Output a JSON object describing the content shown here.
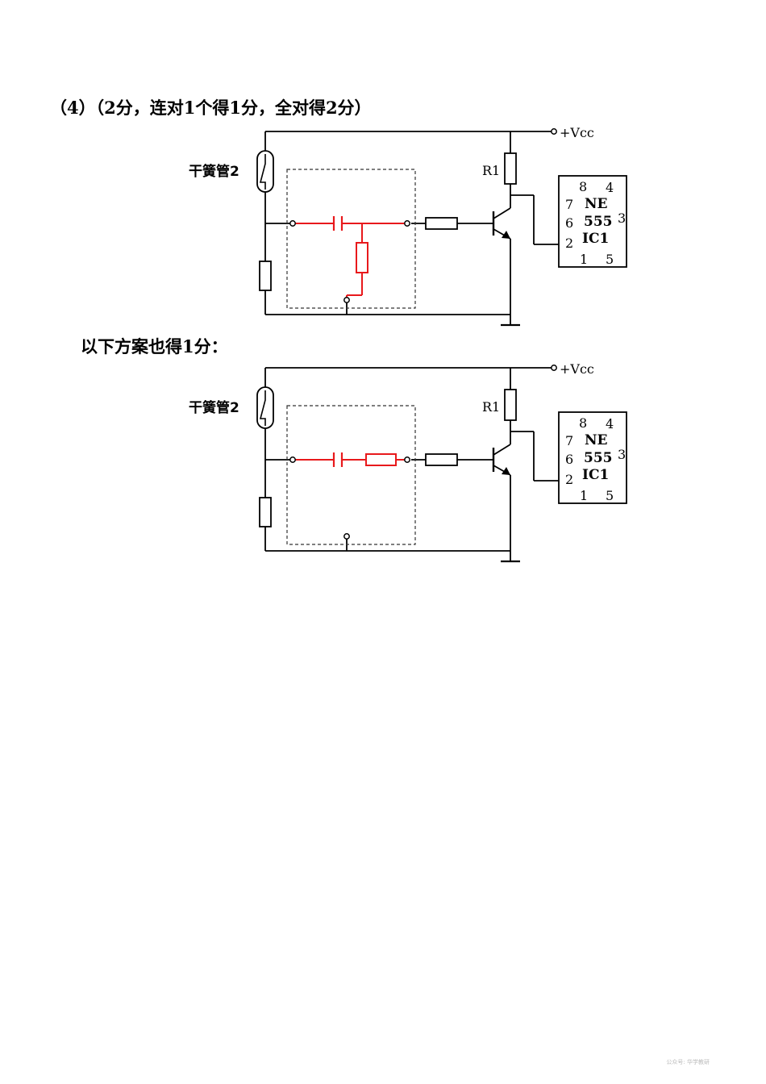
{
  "heading": "（4）（2分，连对1个得1分，全对得2分）",
  "subheading": "以下方案也得1分：",
  "circuits": [
    {
      "variant": "series-cap-shunt-res",
      "reed_label": "干簧管2",
      "r1_label": "R1",
      "vcc_label": "+Vcc",
      "chip": {
        "line1": "NE",
        "line2": "555",
        "line3": "IC1",
        "pins": {
          "p8": "8",
          "p4": "4",
          "p7": "7",
          "p6": "6",
          "p2": "2",
          "p3": "3",
          "p1": "1",
          "p5": "5"
        }
      }
    },
    {
      "variant": "series-cap-series-res",
      "reed_label": "干簧管2",
      "r1_label": "R1",
      "vcc_label": "+Vcc",
      "chip": {
        "line1": "NE",
        "line2": "555",
        "line3": "IC1",
        "pins": {
          "p8": "8",
          "p4": "4",
          "p7": "7",
          "p6": "6",
          "p2": "2",
          "p3": "3",
          "p1": "1",
          "p5": "5"
        }
      }
    }
  ],
  "colors": {
    "wire": "#000000",
    "answer": "#e8191c",
    "dashed": "#333333"
  },
  "footer": "公众号: 华学教研"
}
